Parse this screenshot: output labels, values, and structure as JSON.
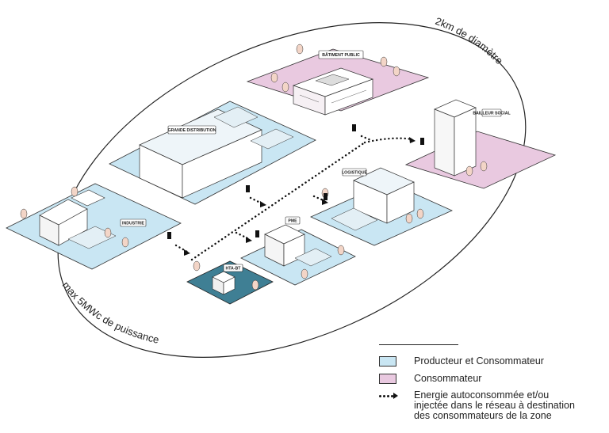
{
  "diameter_label": "2km de diamètre",
  "power_label": "max 5MWc de puissance",
  "colors": {
    "producer": "#c9e6f3",
    "consumer": "#e9c9e0",
    "substation": "#3f7f94",
    "tree": "#f3d5c7",
    "line": "#1a1a1a"
  },
  "buildings": {
    "batiment_public": "BÂTIMENT PUBLIC",
    "bailleur_social": "BAILLEUR SOCIAL",
    "grande_distribution": "GRANDE DISTRIBUTION",
    "logistique": "LOGISTIQUE",
    "industrie": "INDUSTRIE",
    "pme": "PME",
    "hta_bt": "HTA-BT"
  },
  "legend": {
    "producer": "Producteur et Consommateur",
    "consumer": "Consommateur",
    "energy_line1": "Energie autoconsommée et/ou",
    "energy_line2": "injectée dans le réseau à destination",
    "energy_line3": "des consommateurs de la zone"
  }
}
